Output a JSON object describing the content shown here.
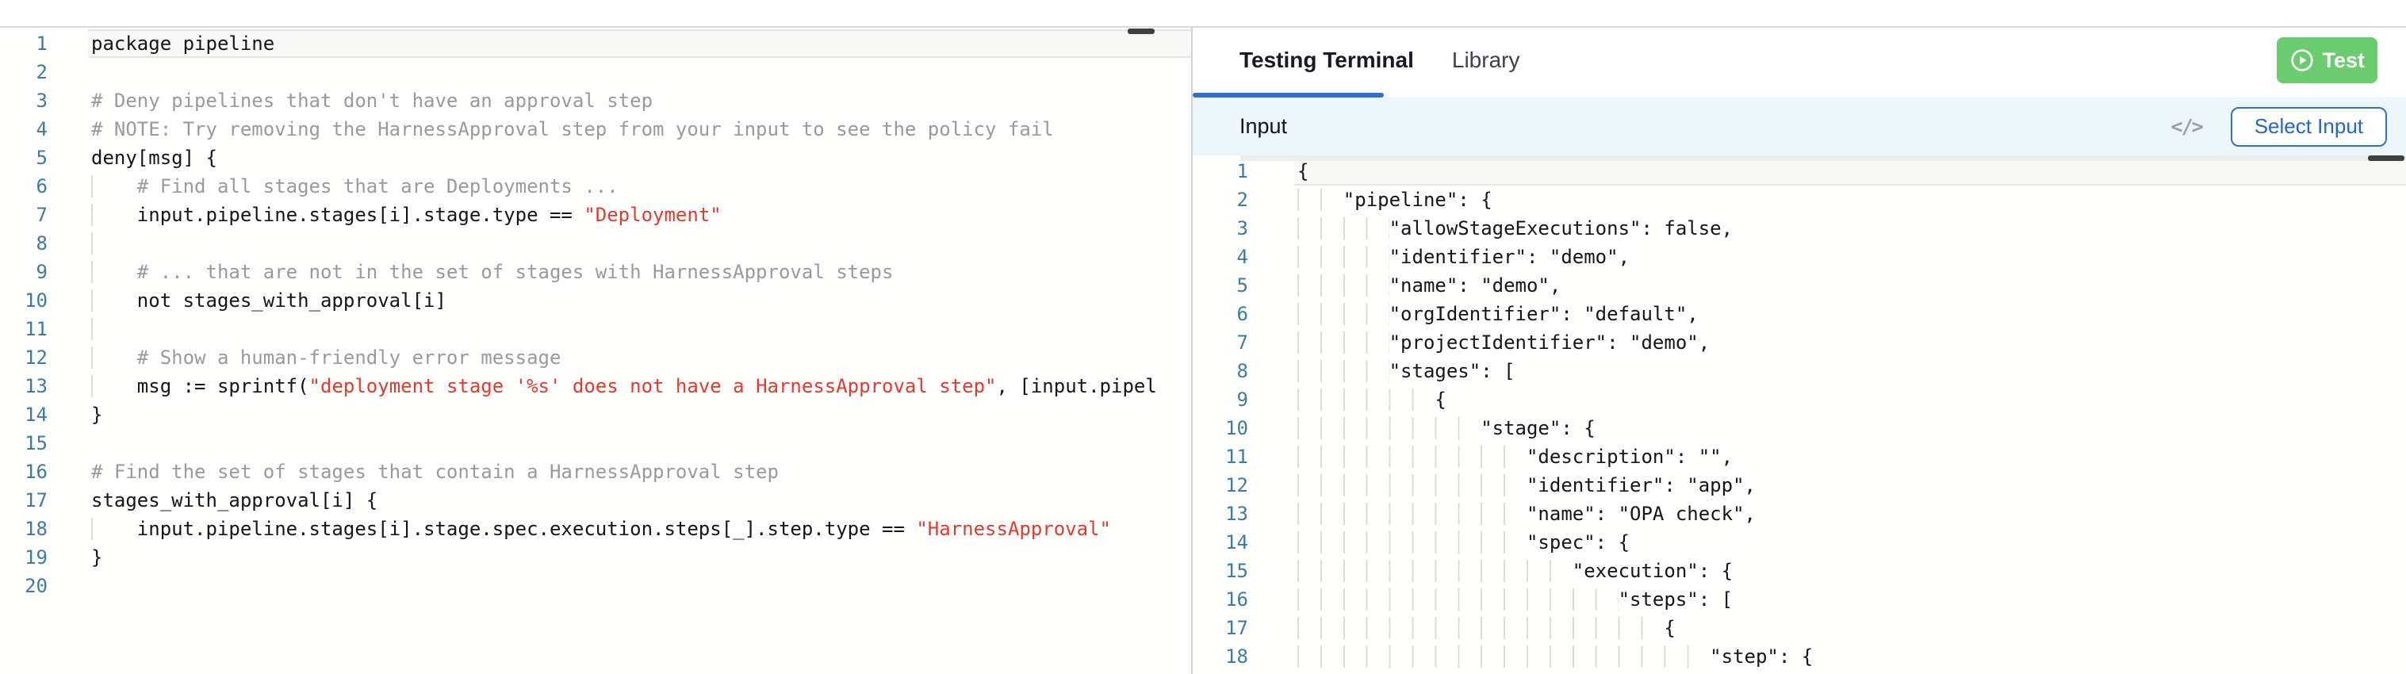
{
  "colors": {
    "accent-blue": "#2e6fd2",
    "select-blue": "#2165d1",
    "test-green": "#6bcb6f",
    "string-red": "#e5392e",
    "comment-gray": "#9a9a9a",
    "line-number": "#3d7ba3",
    "input-bar-bg": "#ecf6fb",
    "border-gray": "#d9dade"
  },
  "policy_editor": {
    "language": "rego",
    "lines": [
      {
        "n": 1,
        "ind": 0,
        "active": true,
        "segs": [
          {
            "k": "p",
            "t": "package pipeline"
          }
        ]
      },
      {
        "n": 2,
        "ind": 0,
        "segs": []
      },
      {
        "n": 3,
        "ind": 0,
        "segs": [
          {
            "k": "c",
            "t": "# Deny pipelines that don't have an approval step"
          }
        ]
      },
      {
        "n": 4,
        "ind": 0,
        "segs": [
          {
            "k": "c",
            "t": "# NOTE: Try removing the HarnessApproval step from your input to see the policy fail"
          }
        ]
      },
      {
        "n": 5,
        "ind": 0,
        "segs": [
          {
            "k": "p",
            "t": "deny[msg] {"
          }
        ]
      },
      {
        "n": 6,
        "ind": 4,
        "segs": [
          {
            "k": "c",
            "t": "# Find all stages that are Deployments ..."
          }
        ]
      },
      {
        "n": 7,
        "ind": 4,
        "segs": [
          {
            "k": "p",
            "t": "input.pipeline.stages[i].stage.type == "
          },
          {
            "k": "s",
            "t": "\"Deployment\""
          }
        ]
      },
      {
        "n": 8,
        "ind": 4,
        "segs": []
      },
      {
        "n": 9,
        "ind": 4,
        "segs": [
          {
            "k": "c",
            "t": "# ... that are not in the set of stages with HarnessApproval steps"
          }
        ]
      },
      {
        "n": 10,
        "ind": 4,
        "segs": [
          {
            "k": "p",
            "t": "not stages_with_approval[i]"
          }
        ]
      },
      {
        "n": 11,
        "ind": 4,
        "segs": []
      },
      {
        "n": 12,
        "ind": 4,
        "segs": [
          {
            "k": "c",
            "t": "# Show a human-friendly error message"
          }
        ]
      },
      {
        "n": 13,
        "ind": 4,
        "segs": [
          {
            "k": "p",
            "t": "msg := sprintf("
          },
          {
            "k": "s",
            "t": "\"deployment stage '%s' does not have a HarnessApproval step\""
          },
          {
            "k": "p",
            "t": ", [input.pipel"
          }
        ]
      },
      {
        "n": 14,
        "ind": 0,
        "segs": [
          {
            "k": "p",
            "t": "}"
          }
        ]
      },
      {
        "n": 15,
        "ind": 0,
        "segs": []
      },
      {
        "n": 16,
        "ind": 0,
        "segs": [
          {
            "k": "c",
            "t": "# Find the set of stages that contain a HarnessApproval step"
          }
        ]
      },
      {
        "n": 17,
        "ind": 0,
        "segs": [
          {
            "k": "p",
            "t": "stages_with_approval[i] {"
          }
        ]
      },
      {
        "n": 18,
        "ind": 4,
        "segs": [
          {
            "k": "p",
            "t": "input.pipeline.stages[i].stage.spec.execution.steps[_].step.type == "
          },
          {
            "k": "s",
            "t": "\"HarnessApproval\""
          }
        ]
      },
      {
        "n": 19,
        "ind": 0,
        "segs": [
          {
            "k": "p",
            "t": "}"
          }
        ]
      },
      {
        "n": 20,
        "ind": 0,
        "segs": []
      }
    ]
  },
  "terminal": {
    "tabs": [
      {
        "label": "Testing Terminal",
        "active": true
      },
      {
        "label": "Library",
        "active": false
      }
    ],
    "test_button": {
      "label": "Test"
    },
    "input_bar": {
      "title": "Input",
      "code_icon_glyph": "</>",
      "select_button_label": "Select Input"
    },
    "input_editor": {
      "language": "json",
      "lines": [
        {
          "n": 1,
          "ind": 0,
          "active": true,
          "segs": [
            {
              "k": "p",
              "t": "{"
            }
          ]
        },
        {
          "n": 2,
          "ind": 4,
          "segs": [
            {
              "k": "p",
              "t": "\"pipeline\": {"
            }
          ]
        },
        {
          "n": 3,
          "ind": 8,
          "segs": [
            {
              "k": "p",
              "t": "\"allowStageExecutions\": false,"
            }
          ]
        },
        {
          "n": 4,
          "ind": 8,
          "segs": [
            {
              "k": "p",
              "t": "\"identifier\": \"demo\","
            }
          ]
        },
        {
          "n": 5,
          "ind": 8,
          "segs": [
            {
              "k": "p",
              "t": "\"name\": \"demo\","
            }
          ]
        },
        {
          "n": 6,
          "ind": 8,
          "segs": [
            {
              "k": "p",
              "t": "\"orgIdentifier\": \"default\","
            }
          ]
        },
        {
          "n": 7,
          "ind": 8,
          "segs": [
            {
              "k": "p",
              "t": "\"projectIdentifier\": \"demo\","
            }
          ]
        },
        {
          "n": 8,
          "ind": 8,
          "segs": [
            {
              "k": "p",
              "t": "\"stages\": ["
            }
          ]
        },
        {
          "n": 9,
          "ind": 12,
          "segs": [
            {
              "k": "p",
              "t": "{"
            }
          ]
        },
        {
          "n": 10,
          "ind": 16,
          "segs": [
            {
              "k": "p",
              "t": "\"stage\": {"
            }
          ]
        },
        {
          "n": 11,
          "ind": 20,
          "segs": [
            {
              "k": "p",
              "t": "\"description\": \"\","
            }
          ]
        },
        {
          "n": 12,
          "ind": 20,
          "segs": [
            {
              "k": "p",
              "t": "\"identifier\": \"app\","
            }
          ]
        },
        {
          "n": 13,
          "ind": 20,
          "segs": [
            {
              "k": "p",
              "t": "\"name\": \"OPA check\","
            }
          ]
        },
        {
          "n": 14,
          "ind": 20,
          "segs": [
            {
              "k": "p",
              "t": "\"spec\": {"
            }
          ]
        },
        {
          "n": 15,
          "ind": 24,
          "segs": [
            {
              "k": "p",
              "t": "\"execution\": {"
            }
          ]
        },
        {
          "n": 16,
          "ind": 28,
          "segs": [
            {
              "k": "p",
              "t": "\"steps\": ["
            }
          ]
        },
        {
          "n": 17,
          "ind": 32,
          "segs": [
            {
              "k": "p",
              "t": "{"
            }
          ]
        },
        {
          "n": 18,
          "ind": 36,
          "segs": [
            {
              "k": "p",
              "t": "\"step\": {"
            }
          ]
        }
      ]
    }
  }
}
